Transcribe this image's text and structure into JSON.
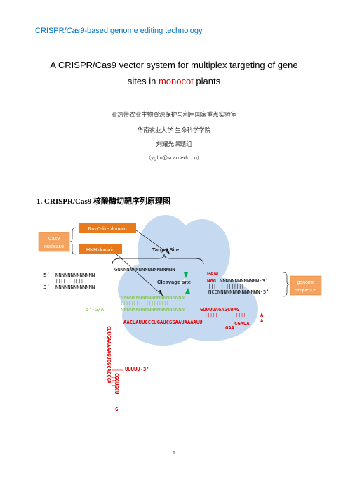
{
  "header": {
    "prefix": "CRISPR/",
    "italic": "Cas9",
    "suffix": "-based genome editing technology"
  },
  "title": {
    "line1": "A CRISPR/Cas9 vector system for multiplex targeting of gene",
    "line2_prefix": "sites in ",
    "line2_red": "monocot",
    "line2_suffix": " plants"
  },
  "affiliations": [
    "亚热带农业生物资源保护与利用国家重点实验室",
    "华南农业大学  生命科学学院",
    "刘耀光课题组"
  ],
  "email": "（ygliu@scau.edu.cn）",
  "section_heading": "1. CRISPR/Cas9 核酸酶切靶序列原理图",
  "diagram": {
    "labels": {
      "cas9_nuclease_1": "Cas9",
      "cas9_nuclease_2": "nuclease",
      "ruvc": "RuvC-like domain",
      "hnh": "HNH domain",
      "target_site": "Target Site",
      "cleavage_site": "Cleavage site",
      "pam": "PAM",
      "genome_1": "genome",
      "genome_2": "sequence"
    },
    "dna": {
      "top_left_5": "5’",
      "top_left_seq": "NNNNNNNNNNNNN",
      "top_ticks": "|||||||||||",
      "bottom_left_3": "3’",
      "bottom_left_seq": "NNNNNNNNNNNNN",
      "target_strand": "GNNNNNNNNNNNNNNNNNNN",
      "pam_ngg": "NGG",
      "right_top_seq": "NNNNNNNNNNNNN-3’",
      "right_ticks": "||||||||||||||",
      "right_bottom_seq": "NCCNNNNNNNNNNNNNN-5’",
      "green_strand": "NNNNNNNNNNNNNNNNNNNNN",
      "green_ticks": "||||||||||||||||||||",
      "sgrna_5": "5’-G/A",
      "sgrna_spacer": "NNNNNNNNNNNNNNNNNNNNN",
      "sgrna_repeat": "GUUUUAGAGCUAG",
      "loop_ticks_1": "|||||",
      "loop_ticks_2": "||||",
      "loop_a1": "A",
      "loop_a2": "A",
      "anti_repeat": "AACUAUUGCCUGAUCGGAAUAAAAUU",
      "cgaua": "CGAUA",
      "gaa": "GAA",
      "vertical_left": "CUUGAAAAAGUGGCACCGA",
      "terminator": "UUUUU-3’",
      "vertical_right": "CGGUGCU",
      "vertical_ticks": "||||||",
      "vertical_g": "G"
    }
  },
  "page_number": "1"
}
